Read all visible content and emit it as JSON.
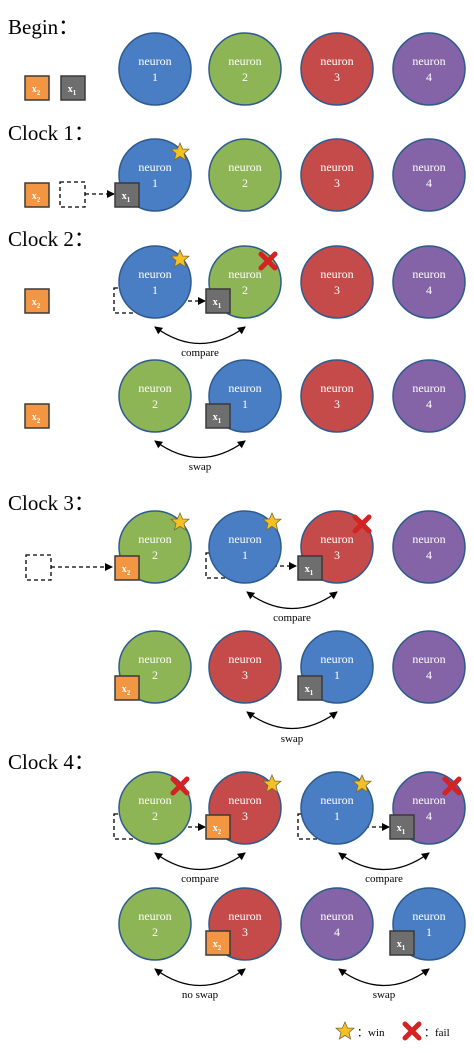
{
  "labels": {
    "begin": "Begin：",
    "clock1": "Clock 1：",
    "clock2": "Clock 2：",
    "clock3": "Clock 3：",
    "clock4": "Clock 4："
  },
  "neuron_word": "neuron",
  "neuron_numbers": [
    "1",
    "2",
    "3",
    "4"
  ],
  "inputs": {
    "x1": "x",
    "x1_sub": "1",
    "x2": "x",
    "x2_sub": "2"
  },
  "annotations": {
    "compare": "compare",
    "swap": "swap",
    "no_swap": "no swap"
  },
  "legend": {
    "win": "：win",
    "fail": "：fail"
  },
  "colors": {
    "neuron_1": "#4a7ec4",
    "neuron_2": "#8db555",
    "neuron_3": "#c54a4a",
    "neuron_4": "#8463a6",
    "circle_stroke": "#2e5b8e",
    "x1_box": "#6e6e6e",
    "x2_box": "#f39644",
    "star": "#f5c022",
    "cross": "#d42323"
  }
}
